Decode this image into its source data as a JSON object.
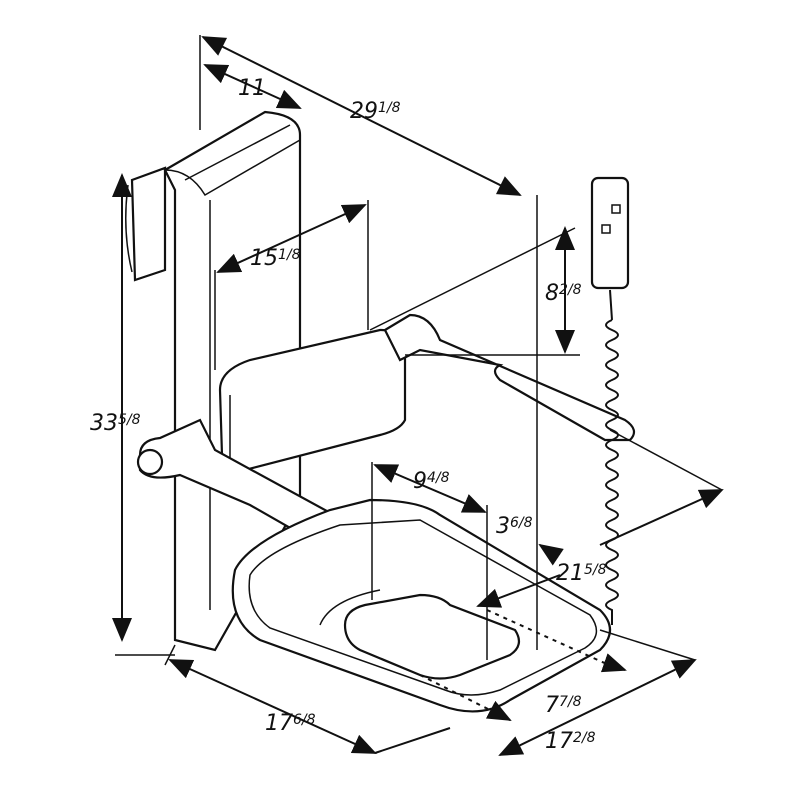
{
  "title": "Wall-mounted height-adjustable toilet lift with armrests — dimension drawing",
  "units": "inches",
  "dimensions": [
    {
      "id": "wall-depth",
      "whole": "11",
      "frac": ""
    },
    {
      "id": "overall-depth",
      "whole": "29",
      "frac": "1/8"
    },
    {
      "id": "backrest-width",
      "whole": "15",
      "frac": "1/8"
    },
    {
      "id": "armrest-height",
      "whole": "8",
      "frac": "2/8"
    },
    {
      "id": "overall-height",
      "whole": "33",
      "frac": "5/8"
    },
    {
      "id": "seat-opening-width",
      "whole": "9",
      "frac": "4/8"
    },
    {
      "id": "opening-offset",
      "whole": "3",
      "frac": "6/8"
    },
    {
      "id": "armrest-spacing",
      "whole": "21",
      "frac": "5/8"
    },
    {
      "id": "frame-width",
      "whole": "17",
      "frac": "6/8"
    },
    {
      "id": "seat-front",
      "whole": "7",
      "frac": "7/8"
    },
    {
      "id": "seat-width",
      "whole": "17",
      "frac": "2/8"
    }
  ],
  "colors": {
    "line": "#111111",
    "background": "#ffffff"
  }
}
